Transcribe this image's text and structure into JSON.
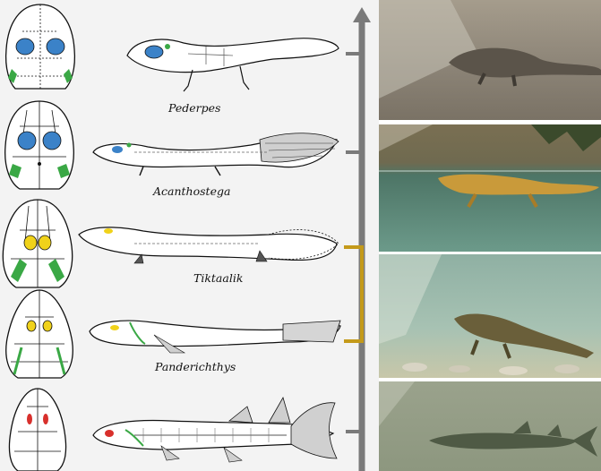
{
  "labels": {
    "pederpes": "Pederpes",
    "acanthostega": "Acanthostega",
    "tiktaalik": "Tiktaalik",
    "panderichthys": "Panderichthys"
  },
  "colors": {
    "blue_bone": "#3b82c8",
    "green_bone": "#3aa845",
    "yellow_bone": "#f0d21a",
    "red_bone": "#d8302c",
    "timeline_gray": "#7a7a7a",
    "bracket_gold": "#c49a1a"
  }
}
